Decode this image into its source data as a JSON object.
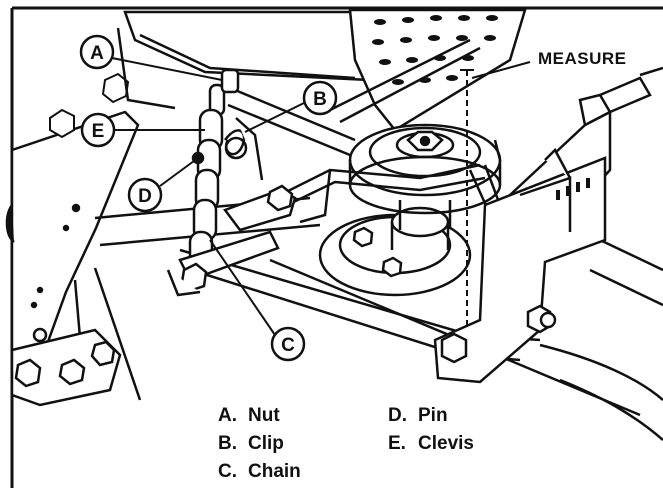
{
  "callouts": {
    "a": "A",
    "b": "B",
    "c": "C",
    "d": "D",
    "e": "E"
  },
  "measure_label": "MEASURE",
  "legend": [
    {
      "key": "A.",
      "text": "Nut"
    },
    {
      "key": "B.",
      "text": "Clip"
    },
    {
      "key": "C.",
      "text": "Chain"
    },
    {
      "key": "D.",
      "text": "Pin"
    },
    {
      "key": "E.",
      "text": "Clevis"
    }
  ],
  "colors": {
    "ink": "#111111",
    "paper": "#ffffff"
  }
}
